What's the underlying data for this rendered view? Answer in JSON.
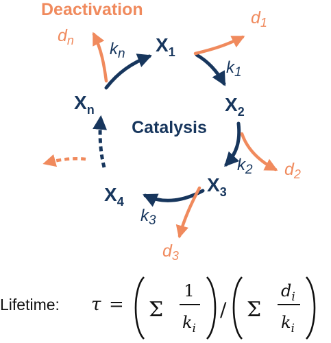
{
  "colors": {
    "navy": "#17365d",
    "orange": "#f08a5d",
    "black": "#111111"
  },
  "title": "Deactivation",
  "center_label": "Catalysis",
  "nodes": [
    {
      "base": "X",
      "sub": "1"
    },
    {
      "base": "X",
      "sub": "2"
    },
    {
      "base": "X",
      "sub": "3"
    },
    {
      "base": "X",
      "sub": "4"
    },
    {
      "base": "X",
      "sub": "n"
    }
  ],
  "rate_labels": [
    {
      "base": "k",
      "sub": "n"
    },
    {
      "base": "k",
      "sub": "1"
    },
    {
      "base": "k",
      "sub": "2"
    },
    {
      "base": "k",
      "sub": "3"
    }
  ],
  "deactivation_labels": [
    {
      "base": "d",
      "sub": "n"
    },
    {
      "base": "d",
      "sub": "1"
    },
    {
      "base": "d",
      "sub": "2"
    },
    {
      "base": "d",
      "sub": "3"
    }
  ],
  "formula": {
    "prefix": "Lifetime:",
    "tau": "τ",
    "equals": "=",
    "sum": "Σ",
    "num1": "1",
    "den1": "k",
    "num2": "d",
    "den2": "k",
    "index": "i",
    "slash": "/"
  }
}
